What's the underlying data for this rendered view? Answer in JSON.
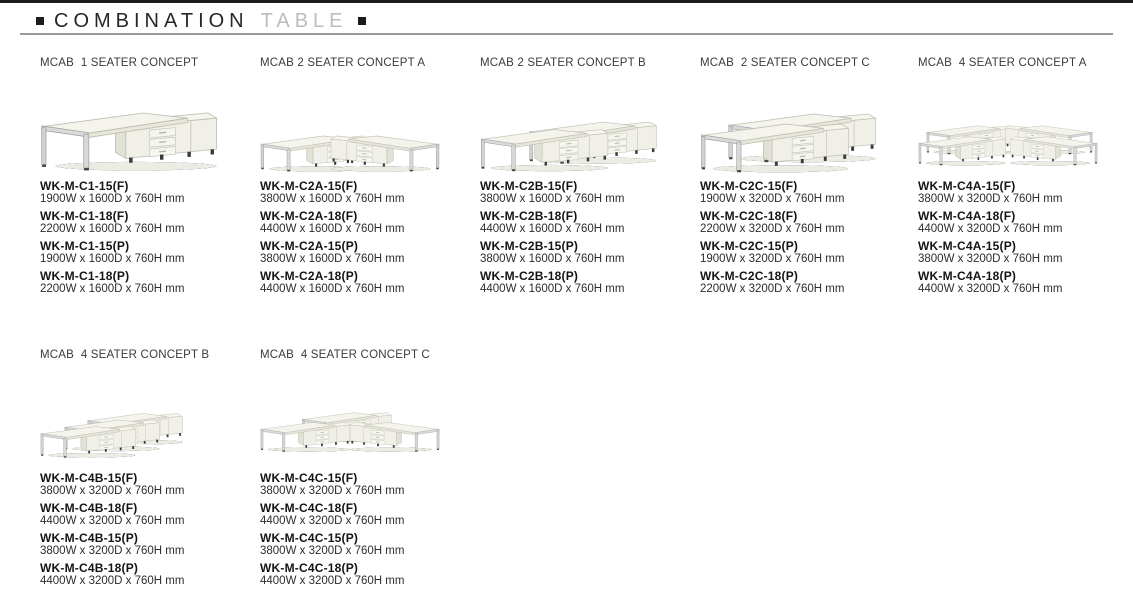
{
  "header": {
    "bullet": "square-bullet-icon",
    "title_primary": "COMBINATION",
    "title_secondary": "TABLE"
  },
  "colors": {
    "top_bar": "#1b1b1b",
    "title_primary": "#272727",
    "title_secondary": "#bcbcbc",
    "divider_rule": "#9a9a9a",
    "desk_surface": "#f4f4ed",
    "cabinet_front": "#f0f0e8",
    "metal_leg": "#d4d4d4",
    "feet": "#3a3a3a"
  },
  "products": [
    {
      "title": "MCAB  1 SEATER CONCEPT",
      "image": "mcab-1-seater-desk-illustration",
      "models": [
        {
          "code": "WK-M-C1-15(F)",
          "dims": "1900W x 1600D x 760H mm"
        },
        {
          "code": "WK-M-C1-18(F)",
          "dims": "2200W x 1600D x 760H mm"
        },
        {
          "code": "WK-M-C1-15(P)",
          "dims": "1900W x 1600D x 760H mm"
        },
        {
          "code": "WK-M-C1-18(P)",
          "dims": "2200W x 1600D x 760H mm"
        }
      ]
    },
    {
      "title": "MCAB 2 SEATER CONCEPT A",
      "image": "mcab-2-seater-a-desk-illustration",
      "models": [
        {
          "code": "WK-M-C2A-15(F)",
          "dims": "3800W x 1600D x 760H mm"
        },
        {
          "code": "WK-M-C2A-18(F)",
          "dims": "4400W x 1600D x 760H mm"
        },
        {
          "code": "WK-M-C2A-15(P)",
          "dims": "3800W x 1600D x 760H mm"
        },
        {
          "code": "WK-M-C2A-18(P)",
          "dims": "4400W x 1600D x 760H mm"
        }
      ]
    },
    {
      "title": "MCAB 2 SEATER CONCEPT B",
      "image": "mcab-2-seater-b-desk-illustration",
      "models": [
        {
          "code": "WK-M-C2B-15(F)",
          "dims": "3800W x 1600D x 760H mm"
        },
        {
          "code": "WK-M-C2B-18(F)",
          "dims": "4400W x 1600D x 760H mm"
        },
        {
          "code": "WK-M-C2B-15(P)",
          "dims": "3800W x 1600D x 760H mm"
        },
        {
          "code": "WK-M-C2B-18(P)",
          "dims": "4400W x 1600D x 760H mm"
        }
      ]
    },
    {
      "title": "MCAB  2 SEATER CONCEPT C",
      "image": "mcab-2-seater-c-desk-illustration",
      "models": [
        {
          "code": "WK-M-C2C-15(F)",
          "dims": "1900W x 3200D x 760H mm"
        },
        {
          "code": "WK-M-C2C-18(F)",
          "dims": "2200W x 3200D x 760H mm"
        },
        {
          "code": "WK-M-C2C-15(P)",
          "dims": "1900W x 3200D x 760H mm"
        },
        {
          "code": "WK-M-C2C-18(P)",
          "dims": "2200W x 3200D x 760H mm"
        }
      ]
    },
    {
      "title": "MCAB  4 SEATER CONCEPT A",
      "image": "mcab-4-seater-a-desk-illustration",
      "models": [
        {
          "code": "WK-M-C4A-15(F)",
          "dims": "3800W x 3200D x 760H mm"
        },
        {
          "code": "WK-M-C4A-18(F)",
          "dims": "4400W x 3200D x 760H mm"
        },
        {
          "code": "WK-M-C4A-15(P)",
          "dims": "3800W x 3200D x 760H mm"
        },
        {
          "code": "WK-M-C4A-18(P)",
          "dims": "4400W x 3200D x 760H mm"
        }
      ]
    },
    {
      "title": "MCAB  4 SEATER CONCEPT B",
      "image": "mcab-4-seater-b-desk-illustration",
      "models": [
        {
          "code": "WK-M-C4B-15(F)",
          "dims": "3800W x 3200D x 760H mm"
        },
        {
          "code": "WK-M-C4B-18(F)",
          "dims": "4400W x 3200D x 760H mm"
        },
        {
          "code": "WK-M-C4B-15(P)",
          "dims": "3800W x 3200D x 760H mm"
        },
        {
          "code": "WK-M-C4B-18(P)",
          "dims": "4400W x 3200D x 760H mm"
        }
      ]
    },
    {
      "title": "MCAB  4 SEATER CONCEPT C",
      "image": "mcab-4-seater-c-desk-illustration",
      "models": [
        {
          "code": "WK-M-C4C-15(F)",
          "dims": "3800W x 3200D x 760H mm"
        },
        {
          "code": "WK-M-C4C-18(F)",
          "dims": "4400W x 3200D x 760H mm"
        },
        {
          "code": "WK-M-C4C-15(P)",
          "dims": "3800W x 3200D x 760H mm"
        },
        {
          "code": "WK-M-C4C-18(P)",
          "dims": "4400W x 3200D x 760H mm"
        }
      ]
    }
  ]
}
